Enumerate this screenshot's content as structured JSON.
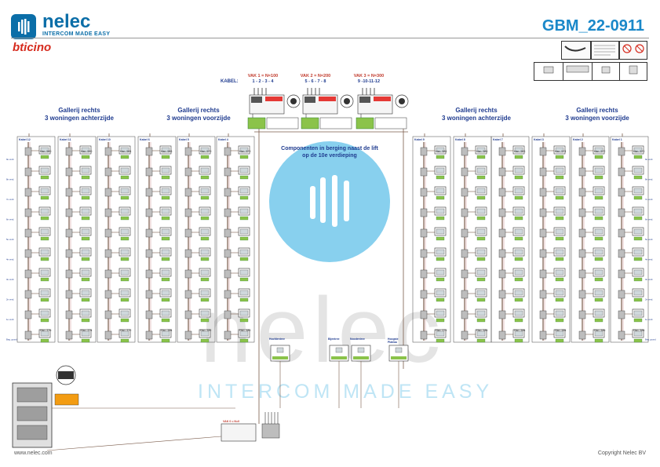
{
  "brand": {
    "name": "nelec",
    "tagline": "INTERCOM MADE EASY",
    "partner": "bticino"
  },
  "document": {
    "id": "GBM_22-0911"
  },
  "kabel_label": "KABEL:",
  "vakken": [
    {
      "title": "VAK 1 = N=100",
      "cables": "1 - 2 - 3 - 4"
    },
    {
      "title": "VAK 2 = N=200",
      "cables": "5 - 6 - 7 - 8"
    },
    {
      "title": "VAK 3 = N=300",
      "cables": "9 -10-11-12"
    }
  ],
  "groups": {
    "left_back": "Gallerij rechts\n3 woningen achterzijde",
    "left_front": "Gallerij rechts\n3 woningen voorzijde",
    "right_back": "Gallerij rechts\n3 woningen achterzijde",
    "right_front": "Gallerij rechts\n3 woningen voorzijde"
  },
  "berging_note": "Componenten in berging naast de lift\nop de 10e verdieping",
  "cables_left": [
    "Kabel 12",
    "Kabel 11",
    "Kabel 10",
    "Kabel 6",
    "Kabel 5",
    "Kabel 4"
  ],
  "cables_right": [
    "Kabel 9",
    "Kabel 8",
    "Kabel 7",
    "Kabel 3",
    "Kabel 2",
    "Kabel 1"
  ],
  "top_hsn_left": [
    "Hsn. 580",
    "Hsn. 590",
    "Hsn. 584",
    "Hsn. 588",
    "Hsn. 579",
    "Hsn. 579"
  ],
  "top_hsn_right": [
    "Hsn. 586",
    "Hsn. 586",
    "Hsn. 583",
    "Hsn. 574",
    "Hsn. 572",
    "Hsn. 570"
  ],
  "bottom_hsn_left": [
    "Hsn. 376",
    "Hsn. 374",
    "Hsn. 372",
    "Hsn. 384",
    "Hsn. 382",
    "Hsn. 380"
  ],
  "bottom_hsn_right": [
    "Hsn. 379",
    "Hsn. 386",
    "Hsn. 384",
    "Hsn. 384",
    "Hsn. 386",
    "Hsn. 384"
  ],
  "entrance_labels": [
    "Hoofdentree",
    "Bijentree",
    "Noodentree",
    "Hoogste\nPlateau"
  ],
  "vak0": {
    "title": "VAK 0 = N=0"
  },
  "footer": {
    "url": "www.nelec.com",
    "copyright": "Copyright Nelec BV"
  },
  "watermark": {
    "word": "nelec",
    "tag": "INTERCOM MADE EASY"
  },
  "colors": {
    "brand_blue": "#0b6ea8",
    "title_blue": "#1a88c9",
    "label_navy": "#1f3b8f",
    "vak_red": "#c0392b",
    "wire_brown": "#7a5b4a",
    "device_green": "#8bc34a"
  }
}
